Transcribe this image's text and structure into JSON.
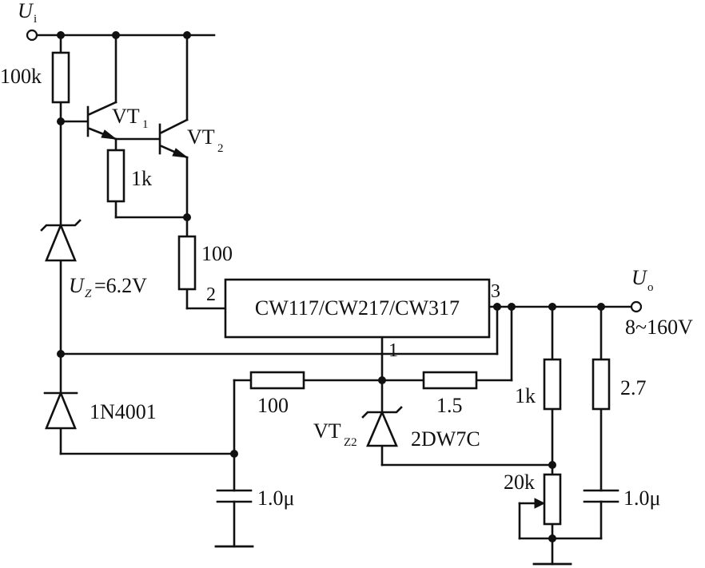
{
  "terminals": {
    "input": {
      "symbol": "U",
      "sub": "i"
    },
    "output": {
      "symbol": "U",
      "sub": "o",
      "range": "8~160V"
    }
  },
  "regulator": {
    "label": "CW117/CW217/CW317",
    "pin_adj": "1",
    "pin_in": "2",
    "pin_out": "3"
  },
  "transistors": {
    "vt1": {
      "name": "VT",
      "sub": "1"
    },
    "vt2": {
      "name": "VT",
      "sub": "2"
    }
  },
  "resistors": {
    "r_base": "100k",
    "r_vt1_emitter": "1k",
    "r_series_in": "100",
    "r_adj_left": "100",
    "r_adj_right": "1.5",
    "r_out_1k": "1k",
    "r_out_2_7": "2.7"
  },
  "potentiometer": {
    "value": "20k"
  },
  "zeners": {
    "uz": {
      "prefix": "U",
      "sub": "Z",
      "value": "=6.2V"
    },
    "vtz2": {
      "name": "VT",
      "sub": "Z2",
      "part": "2DW7C"
    }
  },
  "diode": {
    "part": "1N4001"
  },
  "capacitors": {
    "c_left": "1.0μ",
    "c_right": "1.0μ"
  }
}
